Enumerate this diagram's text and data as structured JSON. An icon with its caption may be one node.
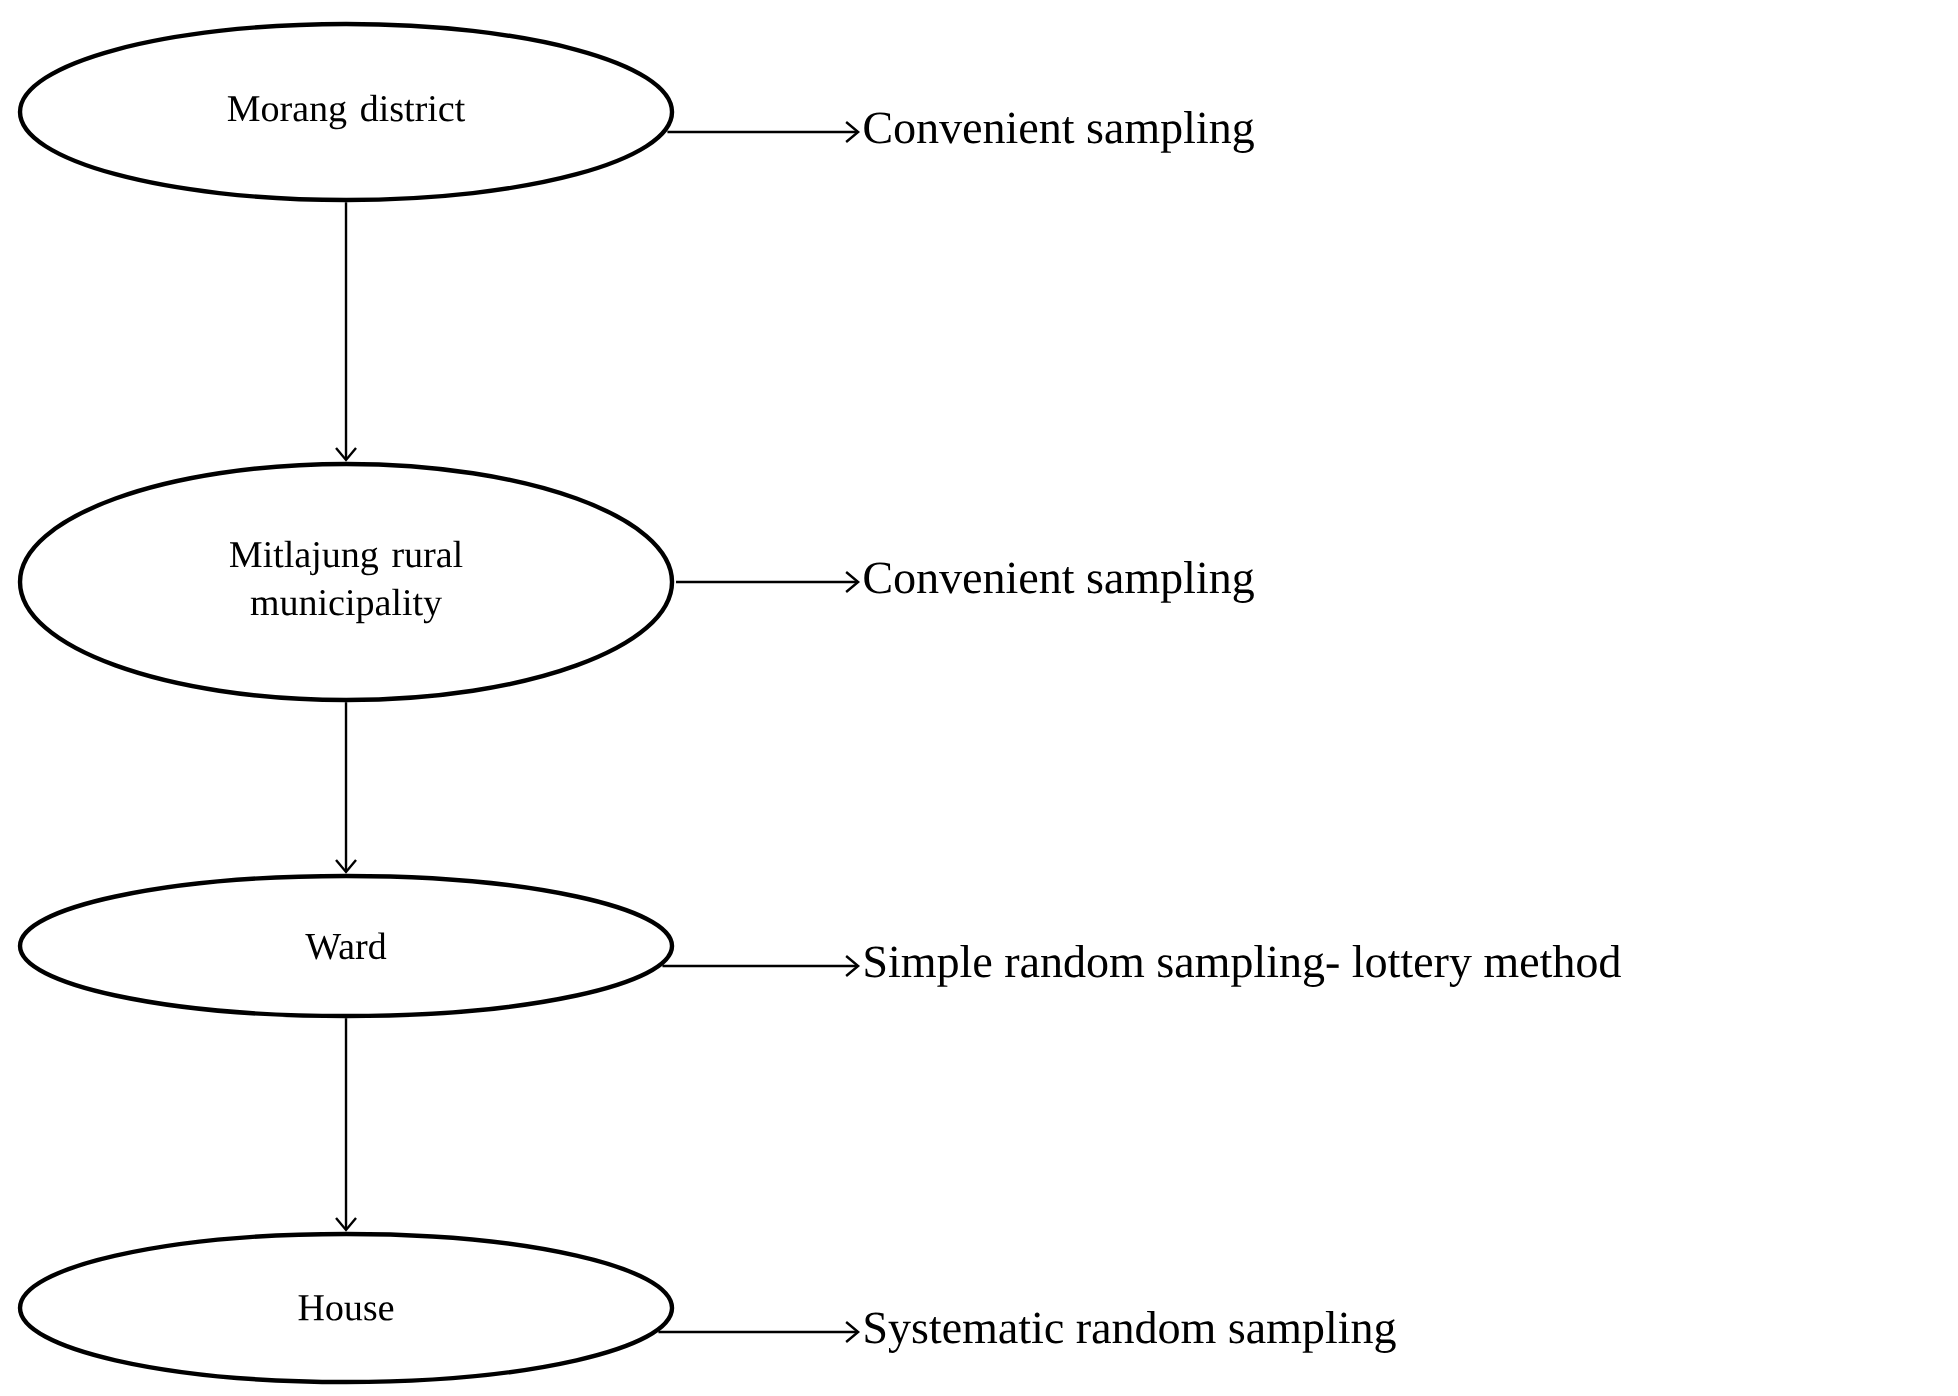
{
  "diagram": {
    "nodes": [
      {
        "text": [
          "Morang district"
        ]
      },
      {
        "text": [
          "Convenient sampling"
        ]
      },
      {
        "text": [
          "Mitlajung rural municipality"
        ]
      },
      {
        "text": [
          "Convenient sampling"
        ]
      },
      {
        "text": [
          "Ward"
        ]
      },
      {
        "text": [
          "Simple random sampling- lottery method"
        ]
      },
      {
        "text": [
          "House"
        ]
      },
      {
        "text": [
          "Systematic random sampling"
        ]
      }
    ],
    "edges": [
      {
        "from": 0,
        "to": 1,
        "arrow": "to"
      },
      {
        "from": 0,
        "to": 2,
        "arrow": "to"
      },
      {
        "from": 2,
        "to": 3,
        "arrow": "to"
      },
      {
        "from": 2,
        "to": 4,
        "arrow": "to"
      },
      {
        "from": 4,
        "to": 5,
        "arrow": "to"
      },
      {
        "from": 4,
        "to": 6,
        "arrow": "to"
      },
      {
        "from": 6,
        "to": 7,
        "arrow": "to"
      }
    ]
  }
}
